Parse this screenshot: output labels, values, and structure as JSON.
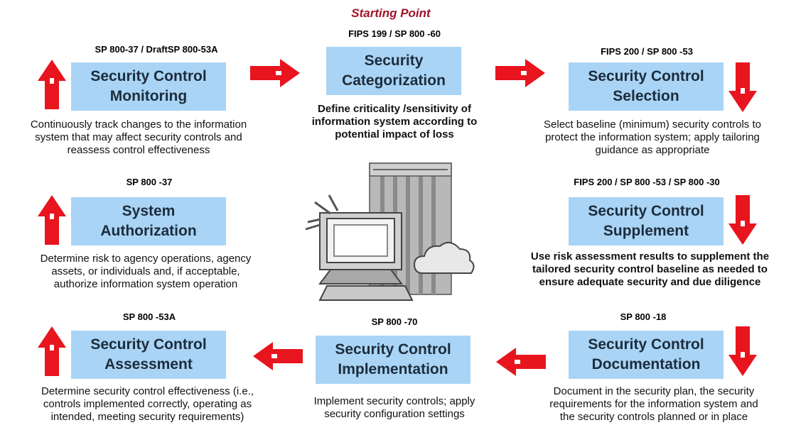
{
  "starting_point": "Starting Point",
  "steps": {
    "monitoring": {
      "ref": "SP 800-37 / DraftSP 800-53A",
      "title_line1": "Security Control",
      "title_line2": "Monitoring",
      "desc_line1": "Continuously track changes to the information",
      "desc_line2": "system that may affect security controls and",
      "desc_line3": "reassess control effectiveness"
    },
    "categorization": {
      "ref": "FIPS 199 / SP 800 -60",
      "title_line1": "Security",
      "title_line2": "Categorization",
      "desc_line1": "Define criticality /sensitivity of",
      "desc_line2": "information system according to",
      "desc_line3": "potential impact of loss"
    },
    "selection": {
      "ref": "FIPS 200 / SP 800 -53",
      "title_line1": "Security Control",
      "title_line2": "Selection",
      "desc_line1": "Select baseline (minimum) security controls to",
      "desc_line2": "protect the information system; apply tailoring",
      "desc_line3": "guidance as appropriate"
    },
    "authorization": {
      "ref": "SP 800 -37",
      "title_line1": "System",
      "title_line2": "Authorization",
      "desc_line1": "Determine risk to agency operations, agency",
      "desc_line2": "assets, or individuals and, if acceptable,",
      "desc_line3": "authorize information system operation"
    },
    "supplement": {
      "ref": "FIPS 200 / SP 800 -53 / SP 800 -30",
      "title_line1": "Security Control",
      "title_line2": "Supplement",
      "desc_line1": "Use risk assessment results to supplement the",
      "desc_line2": "tailored security control baseline as needed to",
      "desc_line3": "ensure adequate security and due diligence"
    },
    "assessment": {
      "ref": "SP 800 -53A",
      "title_line1": "Security Control",
      "title_line2": "Assessment",
      "desc_line1": "Determine security control effectiveness (i.e.,",
      "desc_line2": "controls implemented correctly, operating as",
      "desc_line3": "intended, meeting security requirements)"
    },
    "implementation": {
      "ref": "SP 800 -70",
      "title_line1": "Security Control",
      "title_line2": "Implementation",
      "desc_line1": "Implement security controls; apply",
      "desc_line2": "security configuration settings"
    },
    "documentation": {
      "ref": "SP 800 -18",
      "title_line1": "Security Control",
      "title_line2": "Documentation",
      "desc_line1": "Document in the security plan, the security",
      "desc_line2": "requirements for the information system and",
      "desc_line3": "the security controls planned or in place"
    }
  },
  "colors": {
    "box_fill": "#a9d4f5",
    "arrow_red": "#e8141e",
    "start_text": "#a0122a"
  },
  "icons": {
    "center_illustration": "computer-server-cloud-icon"
  }
}
